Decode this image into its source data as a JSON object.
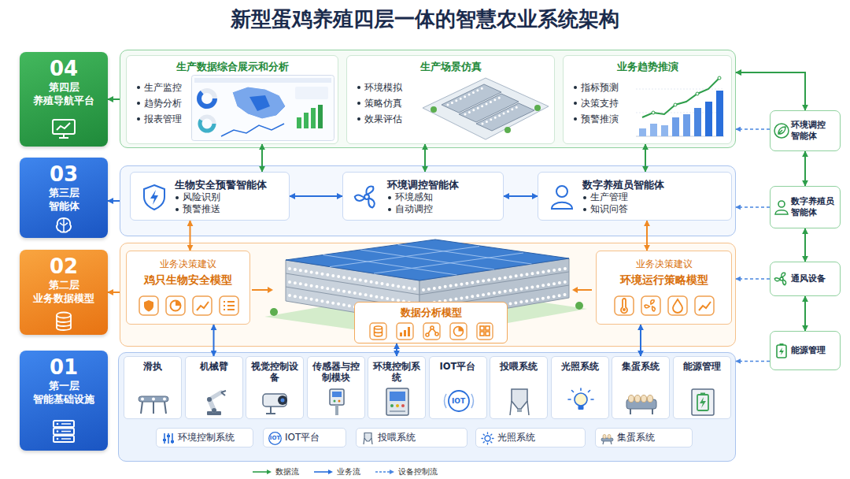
{
  "diagram": {
    "title": "新型蛋鸡养殖四层一体的智慧农业系统架构",
    "nodes": [
      {
        "text": [
          "04",
          "第四层",
          "养殖导航平台"
        ]
      },
      {
        "text": []
      },
      {
        "text": [
          "生产数据综合展示和分析",
          "生产监控",
          "趋势分析",
          "报表管理"
        ],
        "in": 1
      },
      {
        "text": [
          "生产场景仿真",
          "环境模拟",
          "策略仿真",
          "效果评估"
        ],
        "in": 1
      },
      {
        "text": [
          "业务趋势推演",
          "指标预测",
          "决策支持",
          "预警推演"
        ],
        "in": 1
      },
      {
        "text": [
          "03",
          "第三层",
          "智能体"
        ]
      },
      {
        "text": []
      },
      {
        "text": [
          "生物安全预警智能体",
          "风险识别",
          "预警推送"
        ],
        "in": 6
      },
      {
        "text": [
          "环境调控智能体",
          "环境感知",
          "自动调控"
        ],
        "in": 6
      },
      {
        "text": [
          "数字养殖员智能体",
          "生产管理",
          "知识问答"
        ],
        "in": 6
      },
      {
        "text": [
          "02",
          "第二层",
          "业务数据模型"
        ]
      },
      {
        "text": []
      },
      {
        "text": [
          "业务决策建议",
          "鸡只生物安全模型"
        ],
        "in": 11
      },
      {
        "text": [
          "数据分析模型"
        ],
        "in": 11
      },
      {
        "text": [
          "业务决策建议",
          "环境运行策略模型"
        ],
        "in": 11
      },
      {
        "text": [
          "01",
          "第一层",
          "智能基础设施"
        ]
      },
      {
        "text": []
      },
      {
        "text": [
          "滑执"
        ],
        "in": 16
      },
      {
        "text": [
          "机械臂"
        ],
        "in": 16
      },
      {
        "text": [
          "视觉控制设备"
        ],
        "in": 16
      },
      {
        "text": [
          "传感器与控制模块"
        ],
        "in": 16
      },
      {
        "text": [
          "环境控制系统"
        ],
        "in": 16
      },
      {
        "text": [
          "IOT平台"
        ],
        "in": 16
      },
      {
        "text": [
          "投喂系统"
        ],
        "in": 16
      },
      {
        "text": [
          "光照系统"
        ],
        "in": 16
      },
      {
        "text": [
          "集蛋系统"
        ],
        "in": 16
      },
      {
        "text": [
          "能源管理"
        ],
        "in": 16
      },
      {
        "text": [
          "环境控制系统"
        ],
        "in": 16
      },
      {
        "text": [
          "IOT平台"
        ],
        "in": 16
      },
      {
        "text": [
          "投喂系统"
        ],
        "in": 16
      },
      {
        "text": [
          "光照系统"
        ],
        "in": 16
      },
      {
        "text": [
          "集蛋系统"
        ],
        "in": 16
      },
      {
        "text": [
          "环境调控 智能体"
        ]
      },
      {
        "text": [
          "数字养殖员 智能体"
        ]
      },
      {
        "text": [
          "通风设备"
        ]
      },
      {
        "text": [
          "能源管理"
        ]
      }
    ],
    "edges": [
      {
        "from": 1,
        "to": 0,
        "arrow": "to"
      },
      {
        "from": 6,
        "to": 5,
        "arrow": "to"
      },
      {
        "from": 11,
        "to": 10,
        "arrow": "to"
      },
      {
        "from": 2,
        "to": 7,
        "arrow": "both"
      },
      {
        "from": 3,
        "to": 8,
        "arrow": "both"
      },
      {
        "from": 4,
        "to": 9,
        "arrow": "both"
      },
      {
        "from": 7,
        "to": 8,
        "arrow": "both"
      },
      {
        "from": 8,
        "to": 9,
        "arrow": "both"
      },
      {
        "from": 7,
        "to": 12,
        "arrow": "both"
      },
      {
        "from": 9,
        "to": 14,
        "arrow": "both"
      },
      {
        "from": 12,
        "to": 18,
        "arrow": "both"
      },
      {
        "from": 13,
        "to": 21,
        "arrow": "both"
      },
      {
        "from": 14,
        "to": 25,
        "arrow": "both"
      },
      {
        "from": 1,
        "to": 32,
        "arrow": "both"
      },
      {
        "from": 32,
        "to": 33,
        "arrow": "both"
      },
      {
        "from": 33,
        "to": 34,
        "arrow": "both"
      },
      {
        "from": 34,
        "to": 35,
        "arrow": "both"
      },
      {
        "from": 32,
        "to": 1,
        "arrow": "to"
      },
      {
        "from": 33,
        "to": 6,
        "arrow": "to"
      },
      {
        "from": 34,
        "to": 11,
        "arrow": "to"
      },
      {
        "from": 35,
        "to": 16,
        "arrow": "to"
      }
    ],
    "labels": [
      "IOT",
      "IOT"
    ],
    "legend": [
      {
        "text": "数据流"
      },
      {
        "text": "业务流"
      },
      {
        "text": "设备控制流"
      }
    ]
  }
}
